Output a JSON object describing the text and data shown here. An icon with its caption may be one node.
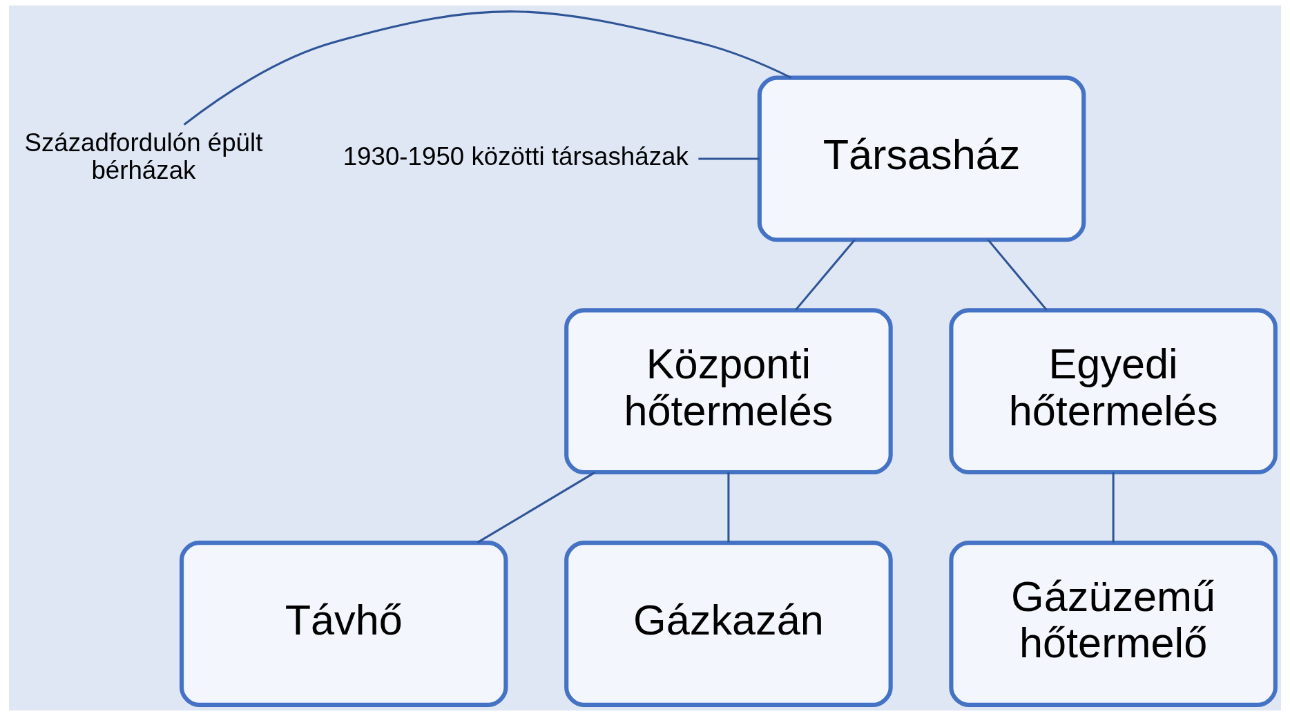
{
  "diagram": {
    "nodes": [
      {
        "text": [
          "Társasház"
        ]
      },
      {
        "text": [
          "Központi hőtermelés"
        ]
      },
      {
        "text": [
          "Egyedi hőtermelés"
        ]
      },
      {
        "text": [
          "Távhő"
        ]
      },
      {
        "text": [
          "Gázkazán"
        ]
      },
      {
        "text": [
          "Gázüzemű hőtermelő"
        ]
      },
      {
        "text": [
          "Századfordulón épült bérházak"
        ]
      },
      {
        "text": [
          "1930-1950 közötti társasházak"
        ]
      }
    ],
    "edges": [
      {
        "from": 0,
        "to": 1,
        "arrow": "none"
      },
      {
        "from": 0,
        "to": 2,
        "arrow": "none"
      },
      {
        "from": 1,
        "to": 3,
        "arrow": "none"
      },
      {
        "from": 1,
        "to": 4,
        "arrow": "none"
      },
      {
        "from": 2,
        "to": 5,
        "arrow": "none"
      },
      {
        "from": 6,
        "to": 0,
        "arrow": "none"
      },
      {
        "from": 7,
        "to": 0,
        "arrow": "none"
      }
    ]
  }
}
